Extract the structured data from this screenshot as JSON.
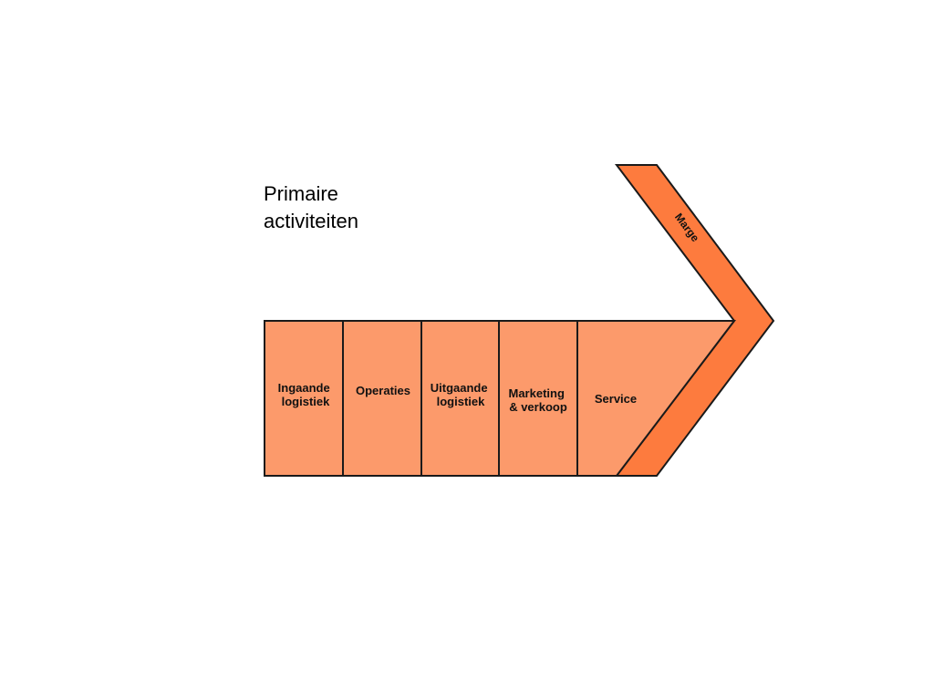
{
  "heading": {
    "line1": "Primaire",
    "line2": "activiteiten"
  },
  "activities": [
    {
      "line1": "Ingaande",
      "line2": "logistiek"
    },
    {
      "line1": "Operaties",
      "line2": ""
    },
    {
      "line1": "Uitgaande",
      "line2": "logistiek"
    },
    {
      "line1": "Marketing",
      "line2": "& verkoop"
    },
    {
      "line1": "Service",
      "line2": ""
    }
  ],
  "margin_label": "Marge",
  "colors": {
    "activity_fill": "#fc9a6b",
    "margin_fill": "#fd7b3e",
    "stroke": "#1a1a1a"
  }
}
